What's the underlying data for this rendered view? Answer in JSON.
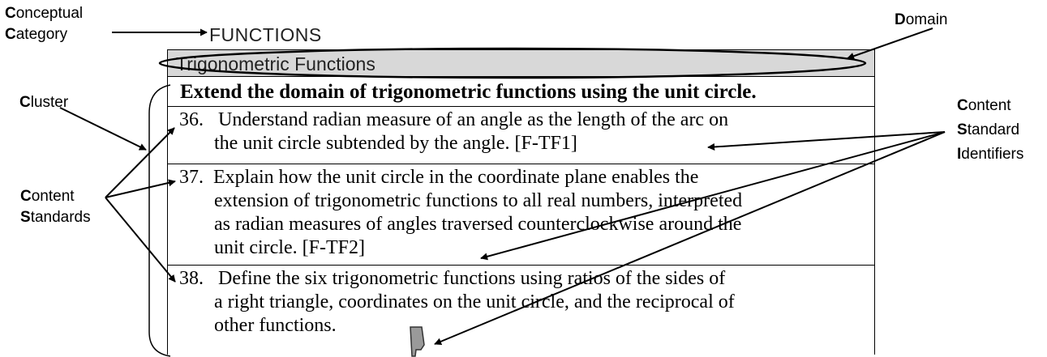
{
  "labels": {
    "conceptual_first": "C",
    "conceptual_rest": "onceptual",
    "category_first": "C",
    "category_rest": "ategory",
    "domain_first": "D",
    "domain_rest": "omain",
    "cluster_first": "C",
    "cluster_rest": "luster",
    "content_first": "C",
    "content_rest": "ontent",
    "standards_first": "S",
    "standards_rest": "tandards",
    "csi_content_first": "C",
    "csi_content_rest": "ontent",
    "csi_standard_first": "S",
    "csi_standard_rest": "tandard",
    "csi_identifiers_first": "I",
    "csi_identifiers_rest": "dentifiers"
  },
  "category_title": "FUNCTIONS",
  "domain_title": "Trigonometric Functions",
  "cluster_title": "Extend the domain of trigonometric functions using the unit circle.",
  "standards": [
    {
      "number": "36.",
      "lines": [
        "Understand radian measure of an angle as the length of the arc on",
        "the unit circle subtended by the angle.  [F-TF1]"
      ]
    },
    {
      "number": "37.",
      "lines": [
        "Explain how the unit circle in the coordinate plane enables the",
        "extension of trigonometric functions to all real numbers, interpreted",
        "as radian measures of angles traversed counterclockwise around the",
        "unit circle.  [F-TF2]"
      ]
    },
    {
      "number": "38.",
      "lines": [
        "Define the six trigonometric functions using ratios of the sides of",
        "a right triangle, coordinates on the unit circle, and the reciprocal of",
        "other functions."
      ]
    }
  ],
  "colors": {
    "domain_fill": "#d8d8d8",
    "line": "#000000"
  },
  "icon": "alabama-state-icon"
}
